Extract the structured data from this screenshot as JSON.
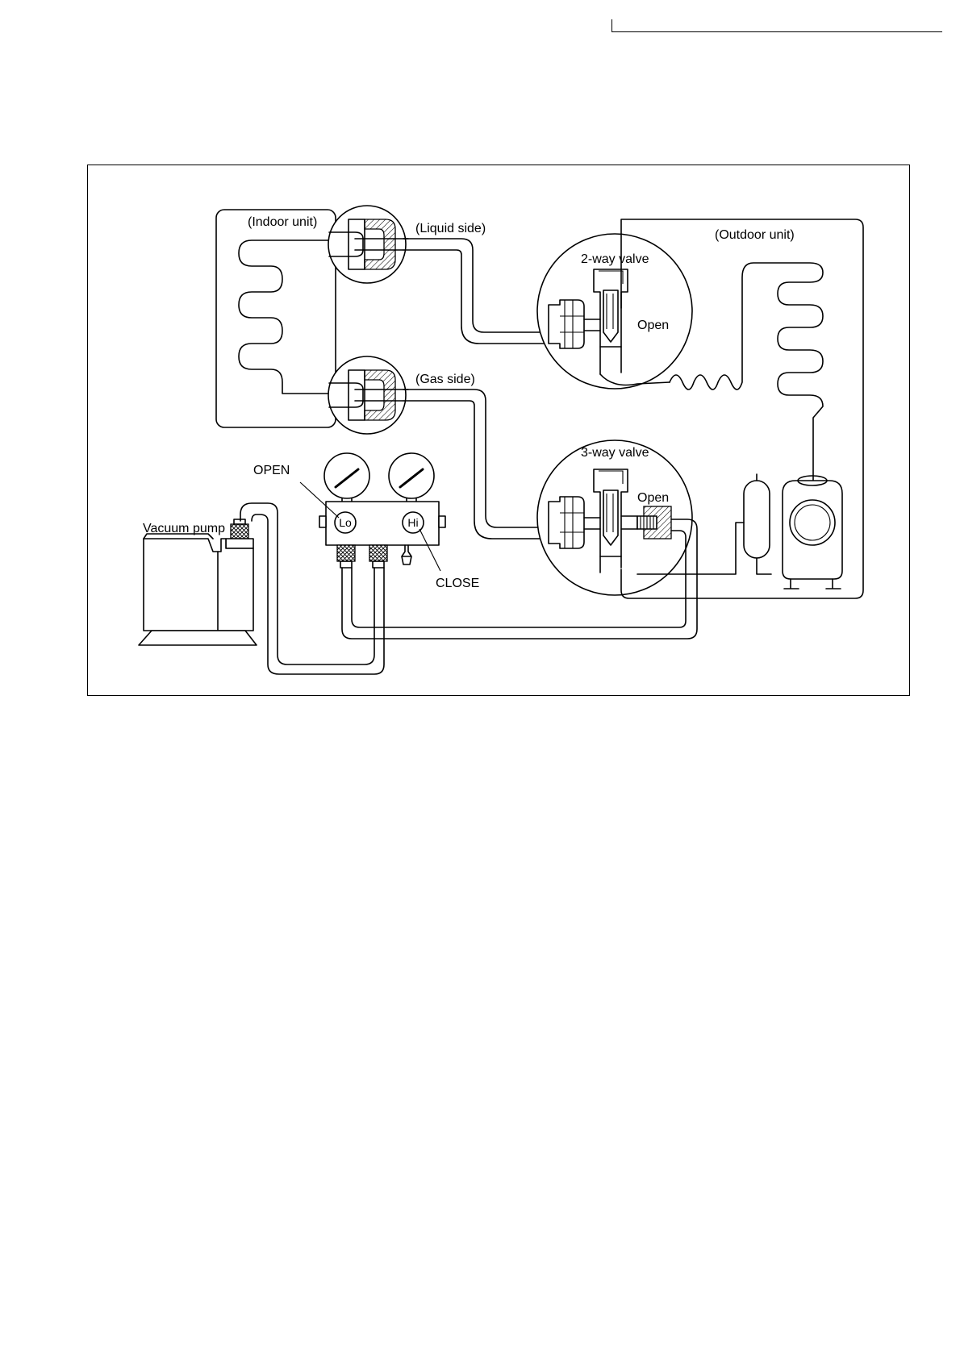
{
  "labels": {
    "indoor_unit": "(Indoor unit)",
    "liquid_side": "(Liquid side)",
    "gas_side": "(Gas side)",
    "outdoor_unit": "(Outdoor unit)",
    "two_way_valve": "2-way valve",
    "three_way_valve": "3-way valve",
    "open_2way": "Open",
    "open_3way": "Open",
    "open_lo": "OPEN",
    "close_hi": "CLOSE",
    "vacuum_pump": "Vacuum pump",
    "lo": "Lo",
    "hi": "Hi"
  }
}
